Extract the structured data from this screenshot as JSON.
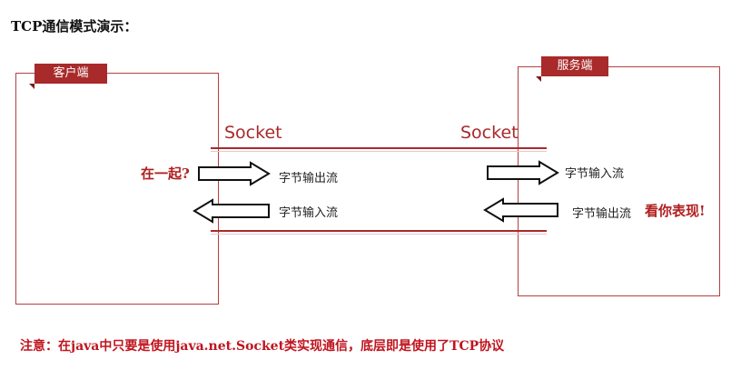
{
  "title": "TCP通信模式演示：",
  "client": {
    "label": "客户端"
  },
  "server": {
    "label": "服务端"
  },
  "socket_left": "Socket",
  "socket_right": "Socket",
  "client_out_stream": "字节输出流",
  "client_in_stream": "字节输入流",
  "server_in_stream": "字节输入流",
  "server_out_stream": "字节输出流",
  "together": "在一起?",
  "show": "看你表现!",
  "note": "注意：在java中只要是使用java.net.Socket类实现通信，底层即是使用了TCP协议",
  "colors": {
    "accent": "#a82a2a",
    "note": "#c0141e"
  }
}
